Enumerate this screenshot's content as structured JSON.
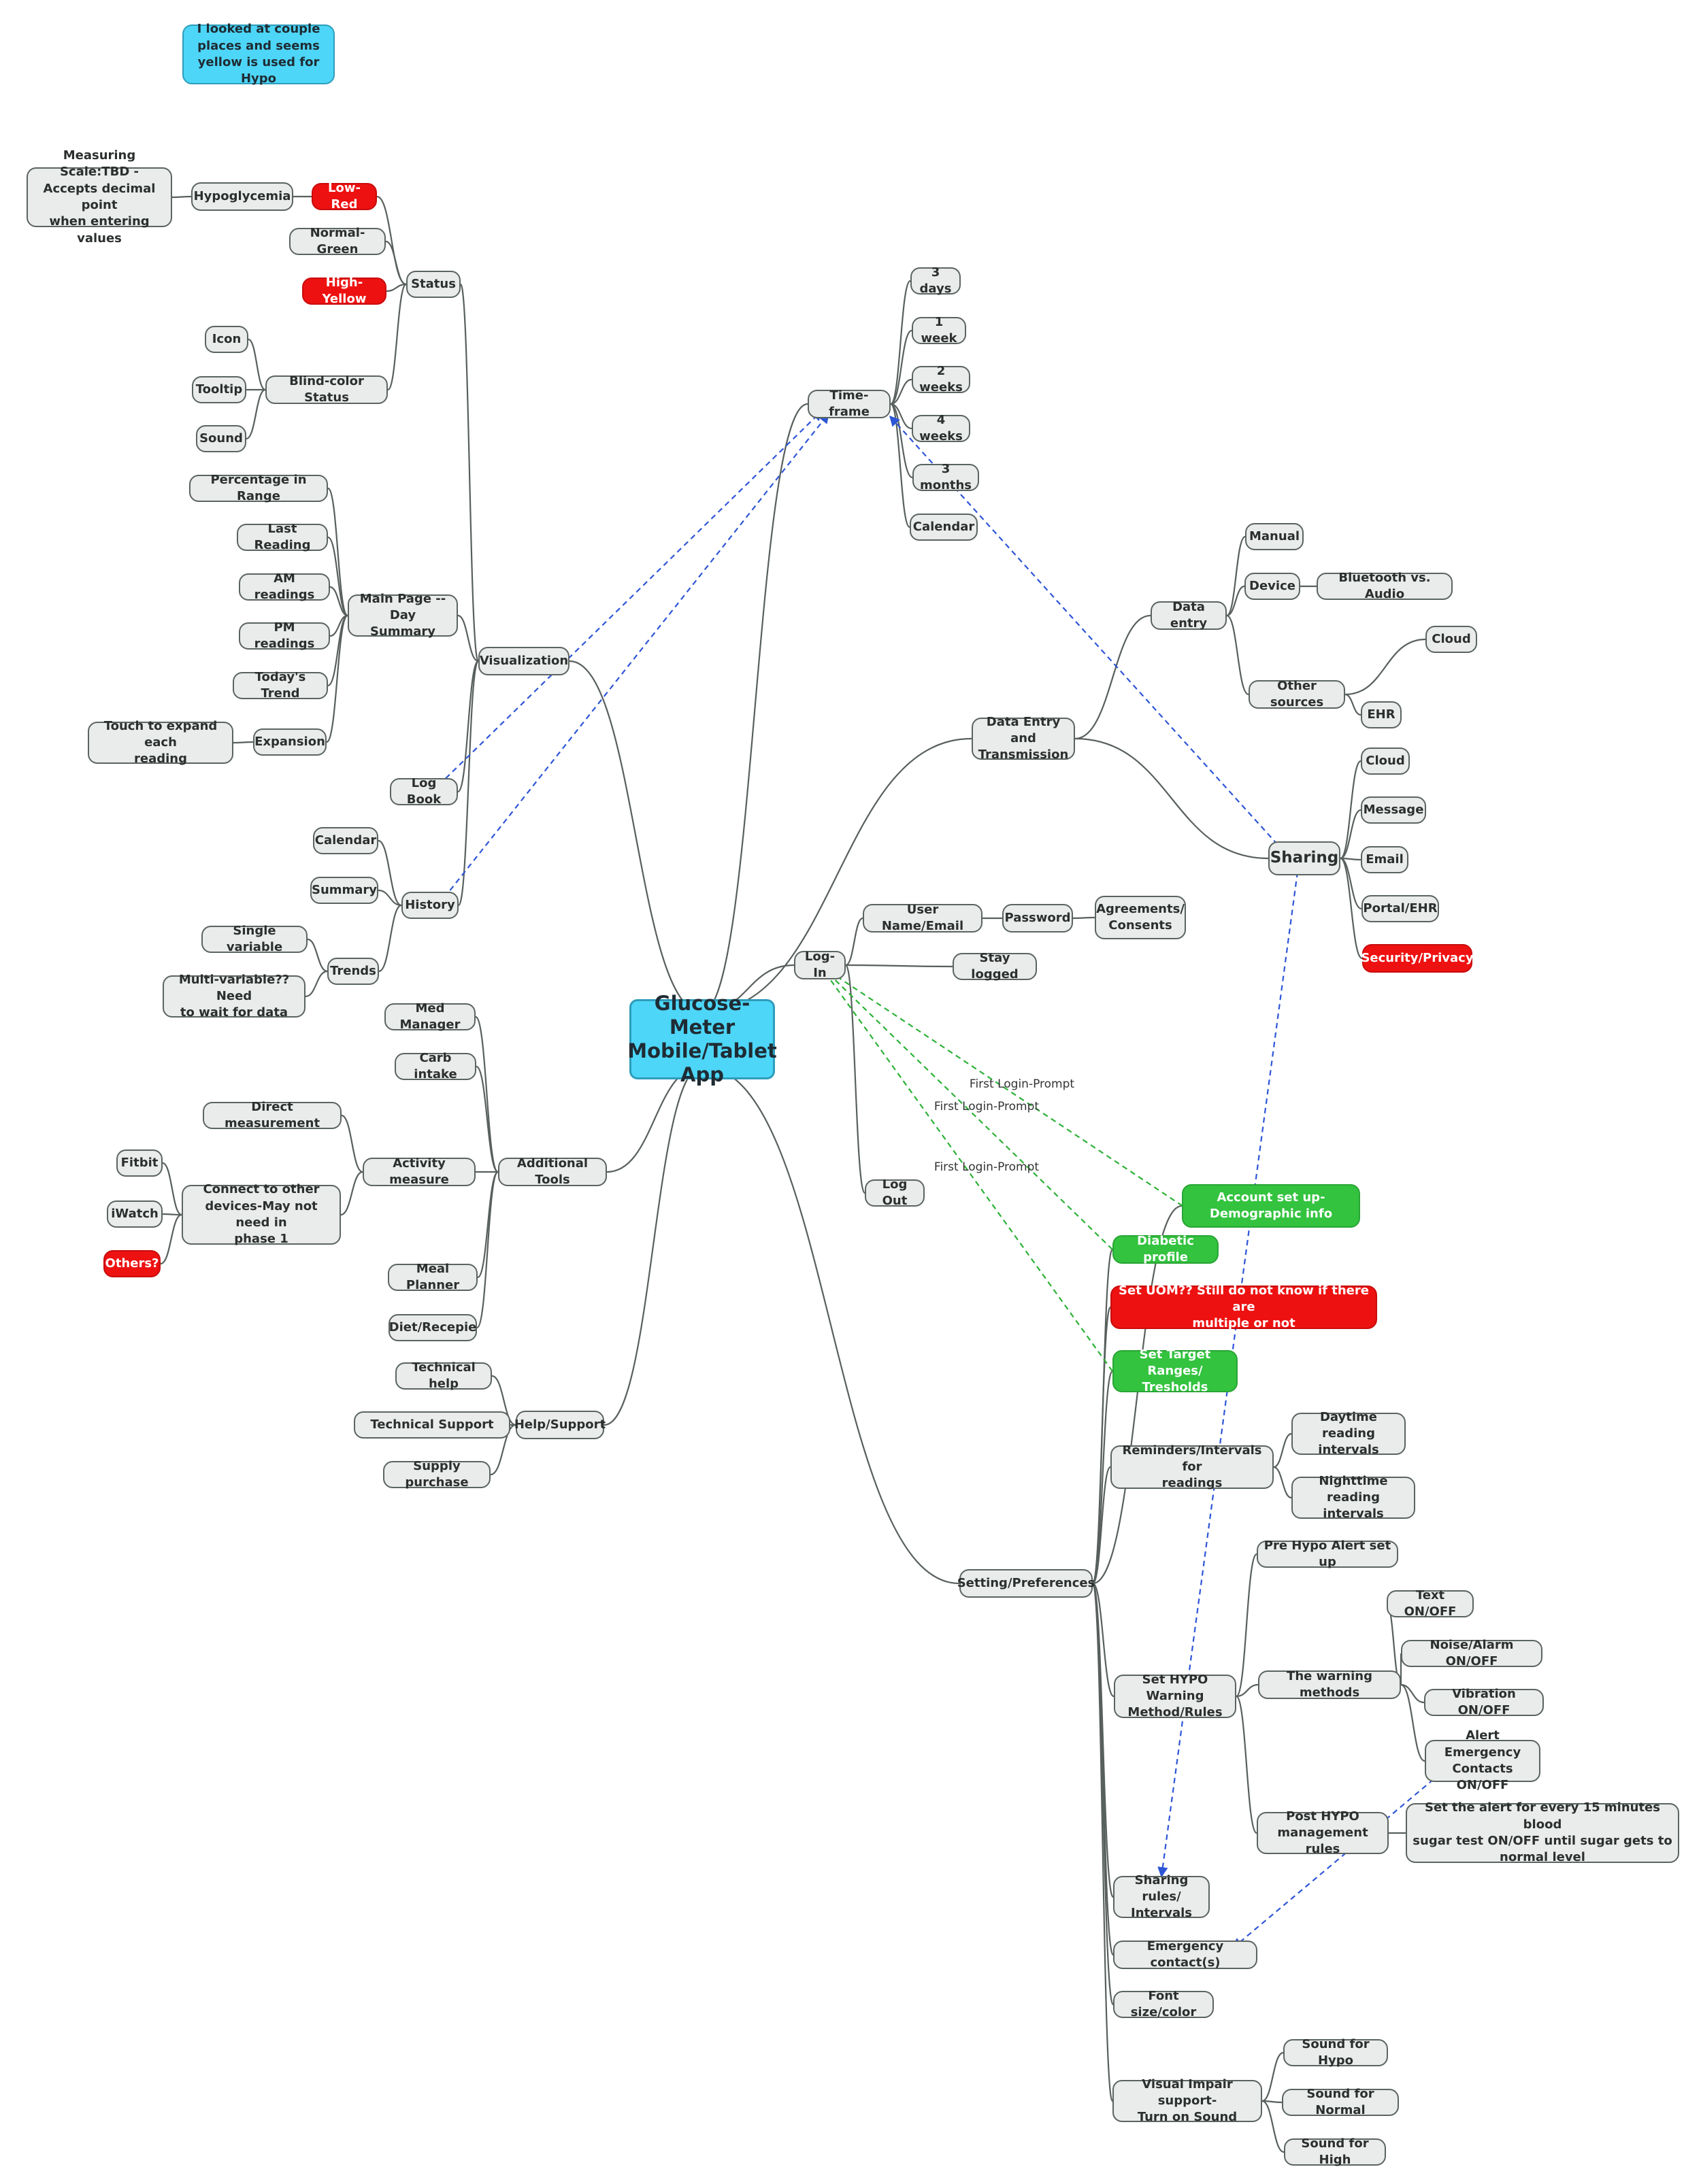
{
  "root": "Glucose-Meter\nMobile/Tablet\nApp",
  "note": "I looked at couple\nplaces and seems\nyellow is used for Hypo",
  "colors": {
    "line": "#58605d",
    "blue_link": "#2d55d6",
    "green_link": "#2cb136",
    "red": "#ee1111",
    "green": "#33c33f",
    "cyan": "#4dd6f7"
  },
  "nodes": {
    "visualization": "Visualization",
    "status": "Status",
    "hypoglycemia": "Hypoglycemia",
    "low_red": "Low-Red",
    "measuring_scale": "Measuring Scale:TBD -\nAccepts decimal point\nwhen entering values",
    "normal_green": "Normal-Green",
    "high_yellow": "High-Yellow",
    "blind_color": "Blind-color Status",
    "icon": "Icon",
    "tooltip": "Tooltip",
    "sound": "Sound",
    "main_page": "Main Page --Day\nSummary",
    "pct_range": "Percentage in Range",
    "last_reading": "Last Reading",
    "am_readings": "AM readings",
    "pm_readings": "PM readings",
    "todays_trend": "Today's Trend",
    "expansion": "Expansion",
    "touch_expand": "Touch to expand each\nreading",
    "log_book": "Log Book",
    "history": "History",
    "hist_calendar": "Calendar",
    "hist_summary": "Summary",
    "trends": "Trends",
    "single_var": "Single variable",
    "multi_var": "Multi-variable?? Need\nto wait for data",
    "additional_tools": "Additional Tools",
    "med_manager": "Med Manager",
    "carb_intake": "Carb intake",
    "activity_measure": "Activity measure",
    "direct_measurement": "Direct measurement",
    "connect_devices": "Connect to other\ndevices-May not need in\nphase 1",
    "fitbit": "Fitbit",
    "iwatch": "iWatch",
    "others": "Others?",
    "meal_planner": "Meal Planner",
    "diet": "Diet/Recepie",
    "help_support": "Help/Support",
    "technical_help": "Technical help",
    "technical_support": "Technical Support",
    "supply_purchase": "Supply purchase",
    "time_frame": "Time-frame",
    "tf_3days": "3 days",
    "tf_1week": "1 week",
    "tf_2weeks": "2 weeks",
    "tf_4weeks": "4 weeks",
    "tf_3months": "3 months",
    "tf_calendar": "Calendar",
    "data_entry_trans": "Data Entry and\nTransmission",
    "data_entry": "Data entry",
    "manual": "Manual",
    "device": "Device",
    "bluetooth": "Bluetooth vs. Audio",
    "other_sources": "Other sources",
    "cloud": "Cloud",
    "ehr": "EHR",
    "sharing": "Sharing",
    "sh_cloud": "Cloud",
    "sh_message": "Message",
    "sh_email": "Email",
    "sh_portal": "Portal/EHR",
    "sh_security": "Security/Privacy",
    "login": "Log-In",
    "username": "User Name/Email",
    "password": "Password",
    "agreements": "Agreements/\nConsents",
    "stay_logged": "Stay logged",
    "logout": "Log Out",
    "setting": "Setting/Preferences",
    "account_setup": "Account set up-\nDemographic info",
    "diabetic_profile": "Diabetic profile",
    "set_uom": "Set UOM?? Still do not know if there are\nmultiple or not",
    "set_target": "Set Target Ranges/\nTresholds",
    "reminders": "Reminders/Intervals for\nreadings",
    "daytime": "Daytime reading\nintervals",
    "nighttime": "Nighttime reading\nintervals",
    "set_hypo": "Set HYPO Warning\nMethod/Rules",
    "pre_hypo": "Pre Hypo Alert set up",
    "warning_methods": "The warning methods",
    "text_onoff": "Text ON/OFF",
    "noise_onoff": "Noise/Alarm ON/OFF",
    "vibration_onoff": "Vibration ON/OFF",
    "alert_emergency": "Alert Emergency\nContacts ON/OFF",
    "post_hypo": "Post HYPO\nmanagement rules",
    "set_alert15": "Set the alert for every 15 minutes blood\nsugar test ON/OFF until sugar gets to\nnormal level",
    "sharing_rules": "Sharing rules/\nIntervals",
    "emergency_contacts": "Emergency contact(s)",
    "font_size": "Font size/color",
    "visual_impair": "Visual Impair support-\nTurn on Sound",
    "sound_hypo": "Sound for Hypo",
    "sound_normal": "Sound for Normal",
    "sound_high": "Sound for High"
  },
  "link_labels": {
    "first_login_1": "First Login-Prompt",
    "first_login_2": "First Login-Prompt",
    "first_login_3": "First Login-Prompt"
  }
}
